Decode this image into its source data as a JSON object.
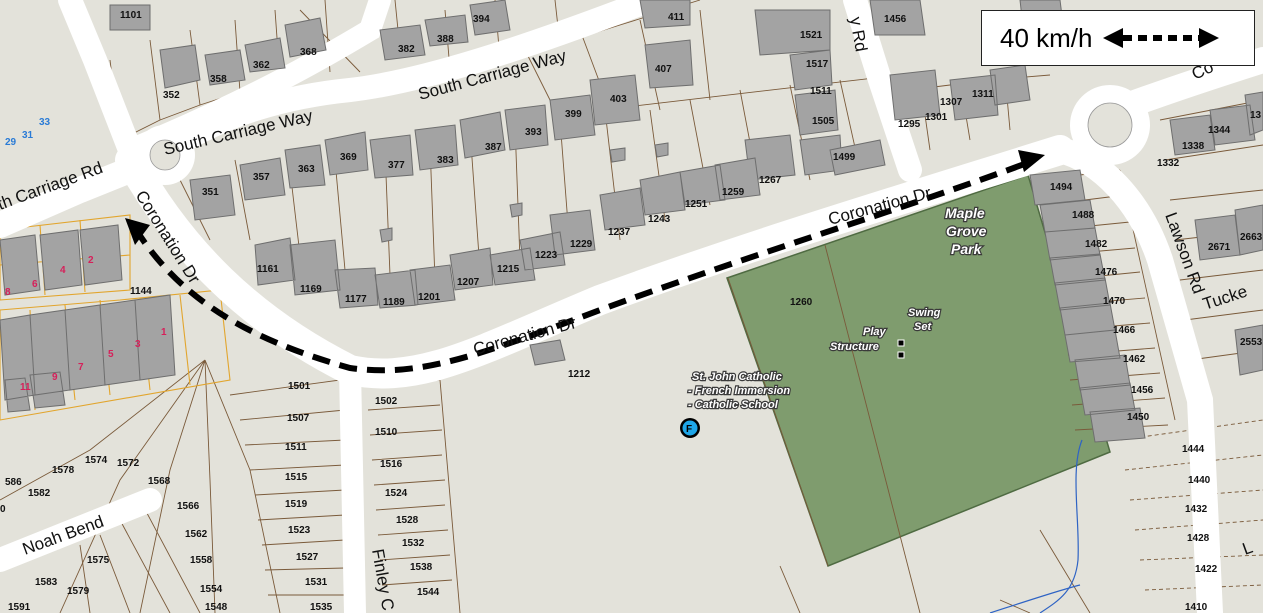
{
  "legend": {
    "speed_text": "40 km/h",
    "arrow_icon": "double-headed-dashed-arrow-icon"
  },
  "streets": {
    "south_carriage_way_1": "South Carriage Way",
    "south_carriage_way_2": "South Carriage Way",
    "south_carriage_rd": "th Carriage Rd",
    "coronation_dr_1": "Coronation Dr",
    "coronation_dr_2": "Coronation Dr",
    "coronation_dr_3": "Coronation Dr",
    "lawson_rd": "Lawson Rd",
    "noah_bend": "Noah Bend",
    "finley": "Finley C",
    "y_rd": "y Rd",
    "tucke": "Tucke",
    "co": "Co",
    "l_edge": "L"
  },
  "park": {
    "line1": "Maple",
    "line2": "Grove",
    "line3": "Park"
  },
  "pois": {
    "play1": "Play",
    "play2": "Structure",
    "swing1": "Swing",
    "swing2": "Set",
    "school1": "St. John Catholic",
    "school2": "- French Immersion",
    "school3": "- Catholic School",
    "school_marker_letter": "F"
  },
  "addresses": {
    "a1101": "1101",
    "a394": "394",
    "a411": "411",
    "a1456t": "1456",
    "a1521": "1521",
    "a382": "382",
    "a388": "388",
    "a368": "368",
    "a362": "362",
    "a358": "358",
    "a352": "352",
    "a407": "407",
    "a1517": "1517",
    "a1511": "1511",
    "a403": "403",
    "a1307": "1307",
    "a1311": "1311",
    "a1301": "1301",
    "a1295": "1295",
    "a1505": "1505",
    "a399": "399",
    "a393": "393",
    "a1344": "1344",
    "a1338": "1338",
    "a1332": "1332",
    "a13": "13",
    "a29": "29",
    "a31": "31",
    "a33": "33",
    "a387": "387",
    "a383": "383",
    "a377": "377",
    "a369": "369",
    "a363": "363",
    "a357": "357",
    "a351": "351",
    "a1499": "1499",
    "a1267": "1267",
    "a1259": "1259",
    "a1251": "1251",
    "a1243": "1243",
    "a1237": "1237",
    "a1229": "1229",
    "a1223": "1223",
    "a1215": "1215",
    "a1207": "1207",
    "a1201": "1201",
    "a1189": "1189",
    "a1177": "1177",
    "a1169": "1169",
    "a1161": "1161",
    "a1494": "1494",
    "a1488": "1488",
    "a1482": "1482",
    "a1476": "1476",
    "a1470": "1470",
    "a1466": "1466",
    "a1462": "1462",
    "a1456": "1456",
    "a1450": "1450",
    "a1444": "1444",
    "a1440": "1440",
    "a1432": "1432",
    "a1428": "1428",
    "a1422": "1422",
    "a1410": "1410",
    "a2671": "2671",
    "a2663": "2663",
    "a2553": "2553",
    "a1260": "1260",
    "a1212": "1212",
    "a1144": "1144",
    "r8": "8",
    "r6": "6",
    "r4": "4",
    "r2": "2",
    "r7": "7",
    "r5": "5",
    "r3": "3",
    "r1": "1",
    "r11": "11",
    "r9": "9",
    "a1501": "1501",
    "a1507": "1507",
    "a1511b": "1511",
    "a1515": "1515",
    "a1519": "1519",
    "a1523": "1523",
    "a1527": "1527",
    "a1531": "1531",
    "a1535": "1535",
    "a1502": "1502",
    "a1510": "1510",
    "a1516": "1516",
    "a1524": "1524",
    "a1528": "1528",
    "a1532": "1532",
    "a1538": "1538",
    "a1544": "1544",
    "a1578": "1578",
    "a1574": "1574",
    "a1572": "1572",
    "a1568": "1568",
    "a1566": "1566",
    "a1562": "1562",
    "a1558": "1558",
    "a1554": "1554",
    "a1548": "1548",
    "a1575": "1575",
    "a1579": "1579",
    "a1583": "1583",
    "a1591": "1591",
    "a1586": "586",
    "a1582": "1582",
    "a0": "0"
  },
  "colors": {
    "park_green": "#7f9c6e",
    "house_gray": "#a3a3a3",
    "road_white": "#ffffff",
    "background": "#e3e2da",
    "route_black": "#000000"
  }
}
